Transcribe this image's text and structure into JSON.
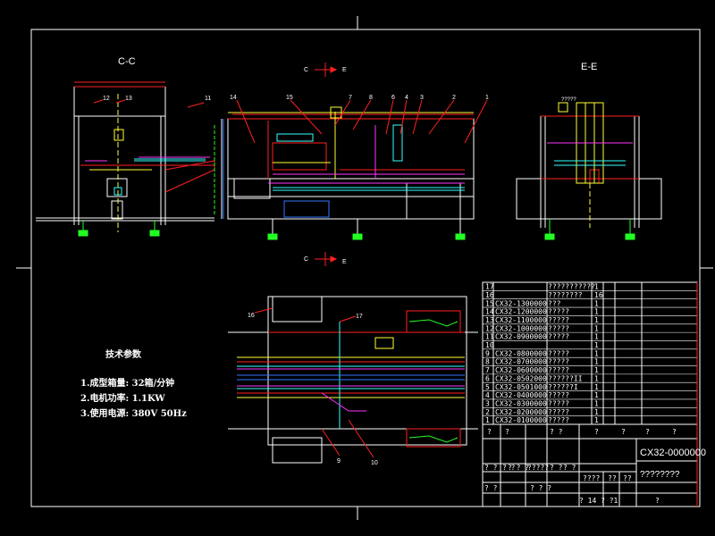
{
  "views": {
    "cc_title": "C-C",
    "ee_title": "E-E",
    "section_top_left": "C",
    "section_top_right": "E",
    "section_bottom_left": "C",
    "section_bottom_right": "E"
  },
  "tech_params": {
    "heading": "技术参数",
    "line1": "1.成型箱量:  32箱/分钟",
    "line2": "2.电机功率:    1.1KW",
    "line3": "3.使用电源:  380V   50Hz"
  },
  "bom": {
    "rows": [
      {
        "no": "17",
        "code": "",
        "name": "???????????",
        "qty": "1"
      },
      {
        "no": "16",
        "code": "",
        "name": "????????",
        "qty": "16"
      },
      {
        "no": "15",
        "code": "CX32-1300000",
        "name": "???",
        "qty": "1"
      },
      {
        "no": "14",
        "code": "CX32-1200000",
        "name": "?????",
        "qty": "1"
      },
      {
        "no": "13",
        "code": "CX32-1100000",
        "name": "?????",
        "qty": "1"
      },
      {
        "no": "12",
        "code": "CX32-1000000",
        "name": "?????",
        "qty": "1"
      },
      {
        "no": "11",
        "code": "CX32-0900000",
        "name": "?????",
        "qty": "1"
      },
      {
        "no": "10",
        "code": "",
        "name": "",
        "qty": "1"
      },
      {
        "no": "9",
        "code": "CX32-0800000",
        "name": "?????",
        "qty": "1"
      },
      {
        "no": "8",
        "code": "CX32-0700000",
        "name": "?????",
        "qty": "1"
      },
      {
        "no": "7",
        "code": "CX32-0600000",
        "name": "?????",
        "qty": "1"
      },
      {
        "no": "6",
        "code": "CX32-0502000",
        "name": "??????II",
        "qty": "1"
      },
      {
        "no": "5",
        "code": "CX32-0501000",
        "name": "??????I",
        "qty": "1"
      },
      {
        "no": "4",
        "code": "CX32-0400000",
        "name": "?????",
        "qty": "1"
      },
      {
        "no": "3",
        "code": "CX32-0300000",
        "name": "?????",
        "qty": "1"
      },
      {
        "no": "2",
        "code": "CX32-0200000",
        "name": "?????",
        "qty": "1"
      },
      {
        "no": "1",
        "code": "CX32-0100000",
        "name": "?????",
        "qty": "1"
      }
    ],
    "header_marks": [
      "?",
      "?",
      "? ?",
      "?",
      "?",
      "?",
      "?"
    ]
  },
  "title_block": {
    "drawing_code": "CX32-0000000",
    "drawing_name": "????????",
    "marks_a": [
      "? ?",
      "? ?",
      "? ? ?",
      "? ? ? ?",
      "?????",
      "? ?",
      "? ?"
    ],
    "marks_b": [
      "? ?",
      "? ? ?"
    ],
    "marks_c": [
      "????",
      "??",
      "??"
    ],
    "sheet_info": "?   14    ?  ?1",
    "corner": "?"
  },
  "callouts": {
    "cc": [
      "12",
      "13",
      "11"
    ],
    "front": [
      "14",
      "15",
      "7",
      "8",
      "6",
      "4",
      "3",
      "2",
      "1"
    ],
    "ee": [
      "?????"
    ],
    "plan": [
      "16",
      "17",
      "9",
      "10"
    ]
  },
  "colors": {
    "background": "#000000",
    "frame": "#ffffff",
    "line_white": "#ffffff",
    "line_red": "#ff2020",
    "line_green": "#22ff22",
    "line_yellow": "#ffff33",
    "line_cyan": "#33ffff",
    "line_magenta": "#ff33ff",
    "line_blue": "#3377ff"
  }
}
